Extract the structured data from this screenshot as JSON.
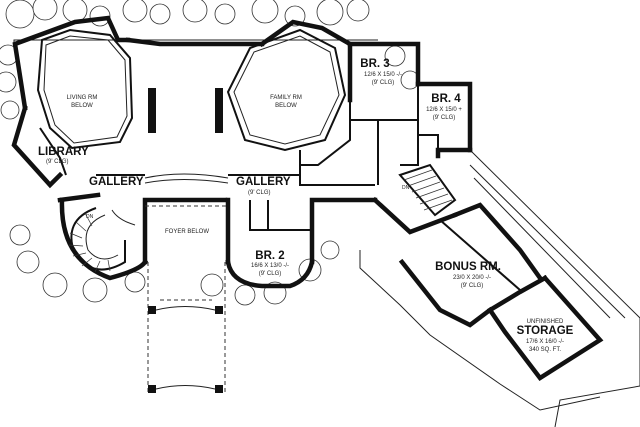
{
  "rooms": {
    "living": {
      "line1": "LIVING RM",
      "line2": "BELOW"
    },
    "family": {
      "line1": "FAMILY RM",
      "line2": "BELOW"
    },
    "library": {
      "name": "LIBRARY",
      "ceiling": "(9' CLG)"
    },
    "gallery_left": {
      "name": "GALLERY"
    },
    "gallery_right": {
      "name": "GALLERY",
      "ceiling": "(9' CLG)"
    },
    "foyer": {
      "name": "FOYER BELOW"
    },
    "br2": {
      "name": "BR. 2",
      "size": "16/6 X 13/0 -/-",
      "ceiling": "(9' CLG)"
    },
    "br3": {
      "name": "BR. 3",
      "size": "12/6 X 15/0 -/-",
      "ceiling": "(9' CLG)"
    },
    "br4": {
      "name": "BR. 4",
      "size": "12/6 X 15/0 +",
      "ceiling": "(9' CLG)"
    },
    "bonus": {
      "name": "BONUS RM.",
      "size": "23/0 X 20/0 -/-",
      "ceiling": "(9' CLG)"
    },
    "storage": {
      "line1": "UNFINISHED",
      "name": "STORAGE",
      "size": "17/6 X 16/0 -/-",
      "area": "340 SQ. FT."
    }
  },
  "stair_labels": {
    "left": "DN",
    "right": "DN"
  }
}
